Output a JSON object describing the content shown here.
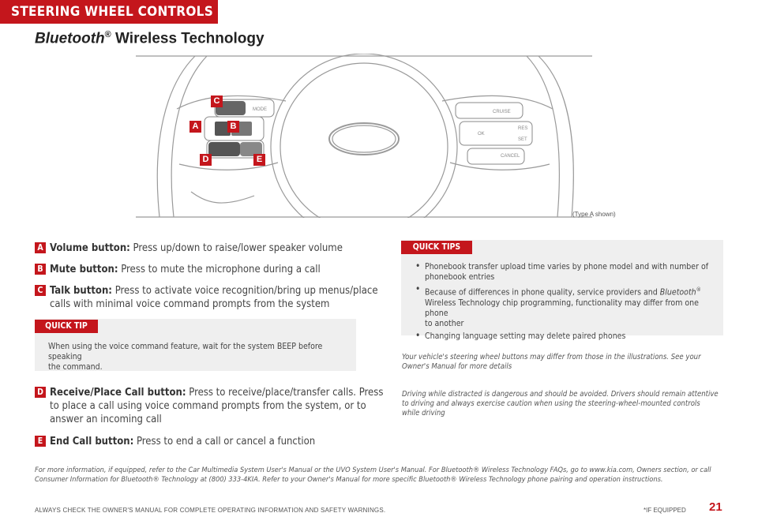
{
  "section": {
    "label": "STEERING WHEEL CONTROLS"
  },
  "title": {
    "main": "Bluetooth",
    "reg": "®",
    "rest": " Wireless Technology"
  },
  "illustration": {
    "type_note": "(Type A shown)",
    "callouts": [
      "A",
      "B",
      "C",
      "D",
      "E"
    ],
    "button_labels": {
      "mode": "MODE",
      "cruise": "CRUISE",
      "ok": "OK",
      "cancel": "CANCEL",
      "res": "RES",
      "set": "SET"
    }
  },
  "items": [
    {
      "letter": "A",
      "name": "Volume button:",
      "desc": " Press up/down to raise/lower speaker volume"
    },
    {
      "letter": "B",
      "name": "Mute button:",
      "desc": " Press to mute the microphone during a call"
    },
    {
      "letter": "C",
      "name": "Talk button:",
      "desc": " Press to activate voice recognition/bring up menus/place",
      "desc2": "calls with minimal voice command prompts from the system"
    },
    {
      "letter": "D",
      "name": "Receive/Place Call button:",
      "desc": " Press to receive/place/transfer calls. Press",
      "desc2": "to place a call using voice command prompts from the system, or to",
      "desc3": "answer an incoming call"
    },
    {
      "letter": "E",
      "name": "End Call button:",
      "desc": " Press to end a call or cancel a function"
    }
  ],
  "quick_tip": {
    "label": "QUICK TIP",
    "text1": "When using the voice command feature, wait for the system BEEP before speaking",
    "text2": "the command."
  },
  "quick_tips": {
    "label": "QUICK TIPS",
    "tip1a": "Phonebook transfer upload time varies by phone model and with number of",
    "tip1b": "phonebook entries",
    "tip2a": "Because of differences in phone quality, service providers and ",
    "tip2a_it": "Bluetooth",
    "tip2a_reg": "®",
    "tip2b": "Wireless Technology chip programming, functionality may differ from one phone",
    "tip2c": "to another",
    "tip3": "Changing language setting may delete paired phones"
  },
  "notes": {
    "variation1": "Your vehicle's steering wheel buttons may differ from those in the illustrations. See your",
    "variation2": "Owner's Manual for more details",
    "distracted1": "Driving while distracted is dangerous and should be avoided. Drivers should remain attentive",
    "distracted2": "to driving and always exercise caution when using the steering-wheel-mounted controls",
    "distracted3": "while driving"
  },
  "more_info": {
    "line1": "For more information, if equipped, refer to the Car Multimedia System User's Manual or the UVO System User's Manual. For Bluetooth® Wireless Technology FAQs, go to www.kia.com, Owners section, or call",
    "line2": "Consumer Information for Bluetooth® Technology at (800) 333-4KIA. Refer to your Owner's Manual for more specific Bluetooth® Wireless Technology phone pairing and operation instructions."
  },
  "footer": {
    "warning": "ALWAYS CHECK THE OWNER'S MANUAL FOR COMPLETE OPERATING INFORMATION AND SAFETY WARNINGS.",
    "equipped": "*IF EQUIPPED",
    "page_number": "21"
  },
  "colors": {
    "accent": "#c4161c",
    "tip_bg": "#efefef"
  }
}
